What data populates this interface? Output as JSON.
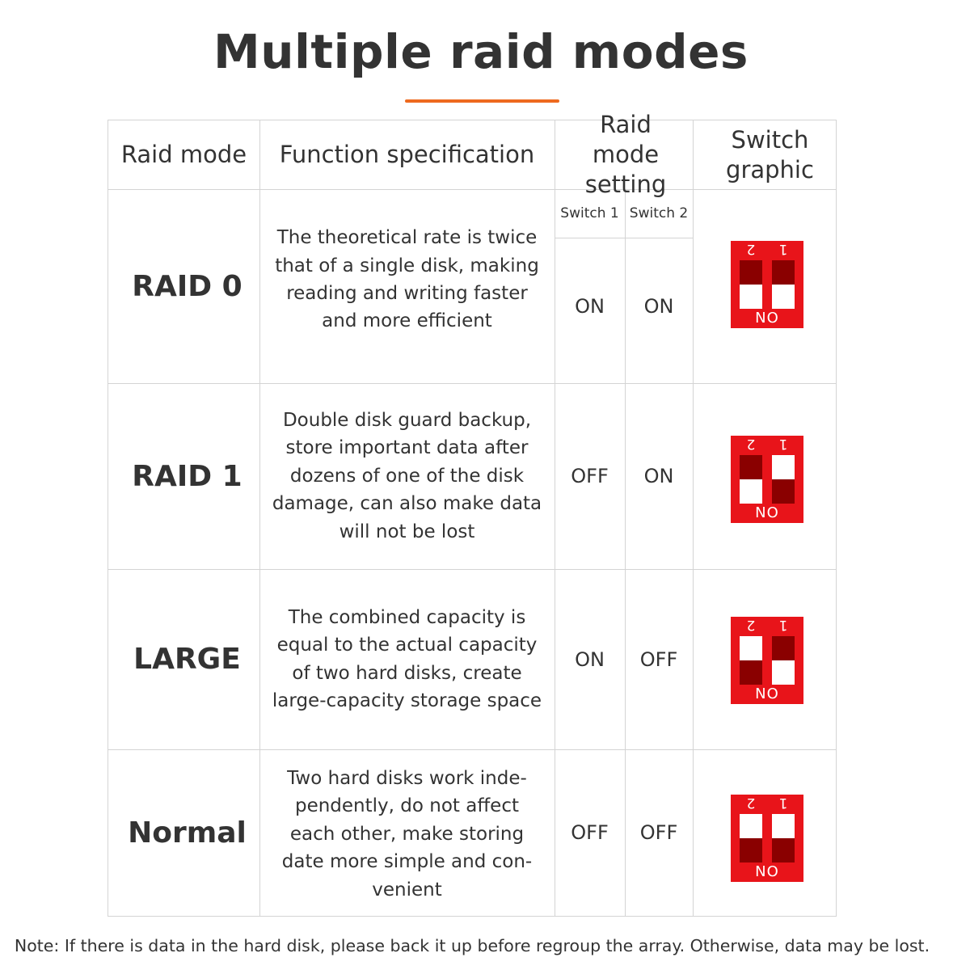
{
  "title": "Multiple raid modes",
  "accent_color": "#ee6a1f",
  "switch_colors": {
    "body": "#e8141a",
    "lever": "#8a0000",
    "slot": "#ffffff"
  },
  "table": {
    "headers": {
      "raid_mode": "Raid mode",
      "function": "Function specification",
      "setting": "Raid mode setting",
      "graphic": "Switch graphic"
    },
    "sub_headers": {
      "switch1": "Switch 1",
      "switch2": "Switch 2"
    },
    "rows": [
      {
        "mode": "RAID 0",
        "description": "The theoretical rate is twice that of a single disk, making reading and writing faster and more efficient",
        "switch1": "ON",
        "switch2": "ON"
      },
      {
        "mode": "RAID 1",
        "description": "Double disk guard backup, store important data after dozens of one of the disk damage, can also make data will not be lost",
        "switch1": "OFF",
        "switch2": "ON"
      },
      {
        "mode": "LARGE",
        "description": "The combined capacity is equal to the actual capacity of two hard disks, create large-capacity storage space",
        "switch1": "ON",
        "switch2": "OFF"
      },
      {
        "mode": "Normal",
        "description": "Two hard disks work inde-pendently, do not affect each other, make storing date more simple and con-venient",
        "switch1": "OFF",
        "switch2": "OFF"
      }
    ],
    "dip_label": "NO",
    "dip_numbers": [
      "2",
      "1"
    ]
  },
  "note": "Note: If there is data in the hard disk, please back it up before regroup the array. Otherwise, data may be lost."
}
